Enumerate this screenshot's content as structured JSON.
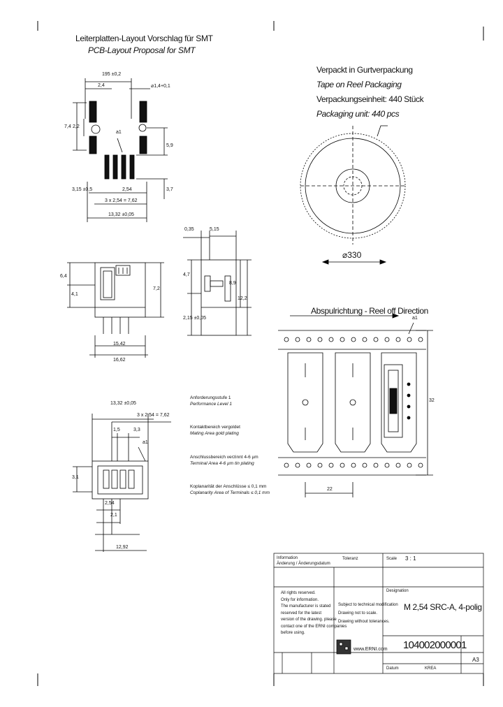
{
  "layout_title": {
    "de": "Leiterplatten-Layout Vorschlag für SMT",
    "en": "PCB-Layout Proposal for SMT"
  },
  "packaging": {
    "line1": "Verpackt in Gurtverpackung",
    "line2": "Tape on Reel Packaging",
    "line3": "Verpackungseinheit: 440 Stück",
    "line4": "Packaging unit: 440 pcs",
    "reel_dim": "⌀330"
  },
  "reel_off": {
    "label": "Abspulrichtung - Reel off Direction",
    "marker": "a1",
    "width_dim": "32",
    "pitch_dim": "22"
  },
  "pcb_dims": {
    "d1": "195 ±0,2",
    "d2": "2,4",
    "d3": "⌀1,4+0,1",
    "d4": "7,4",
    "d5": "2,2",
    "d6": "a1",
    "d7": "5,9",
    "d8": "3,15 ±0,5",
    "d9": "2,54",
    "d10": "3,7",
    "d11": "3 x 2,54 = 7,62",
    "d12": "13,32 ±0,05"
  },
  "side_dims": {
    "d1": "0,35",
    "d2": "5,15",
    "d3": "6,4",
    "d4": "4,1",
    "d5": "7,2",
    "d6": "15,42",
    "d7": "16,62",
    "d8": "4,7",
    "d9": "8,9",
    "d10": "12,2",
    "d11": "2,15 ±0,05"
  },
  "bottom_dims": {
    "d1": "13,32 ±0,05",
    "d2": "3 x 2,54 = 7,62",
    "d3": "1,5",
    "d4": "3,3",
    "d5": "a1",
    "d6": "3,1",
    "d7": "2,54",
    "d8": "2,1",
    "d9": "12,92"
  },
  "notes": [
    {
      "de": "Anforderungsstufe 1",
      "en": "Performance Level 1"
    },
    {
      "de": "Kontaktbereich vergoldet",
      "en": "Mating Area gold plating"
    },
    {
      "de": "Anschlussbereich verzinnt 4-6 µm",
      "en": "Terminal Area 4-6 µm tin plating"
    },
    {
      "de": "Koplanarität der Anschlüsse ≤ 0,1 mm",
      "en": "Coplanarity Area of Terminals ≤ 0,1 mm"
    }
  ],
  "title_block": {
    "info_label": "Information",
    "change_label": "Änderung / Änderungsdatum",
    "tolerance": "Toleranz",
    "scale_label": "Scale",
    "scale_value": "3 : 1",
    "designation_label": "Designation",
    "designation": "M 2,54 SRC-A, 4-polig",
    "rights": [
      "All rights reserved.",
      "Only for information.",
      "The manufacturer is stated",
      "reserved for the latest",
      "version of the drawing. please",
      "contact one of the ERNI companies",
      "before using."
    ],
    "subject": [
      "Subject to technical modification",
      "Drawing not to scale.",
      "Drawing without tolerances."
    ],
    "website": "www.ERNI.com",
    "part_number": "104002000001",
    "sheet": "A3",
    "date_label": "Datum",
    "date_value": "KREA"
  }
}
